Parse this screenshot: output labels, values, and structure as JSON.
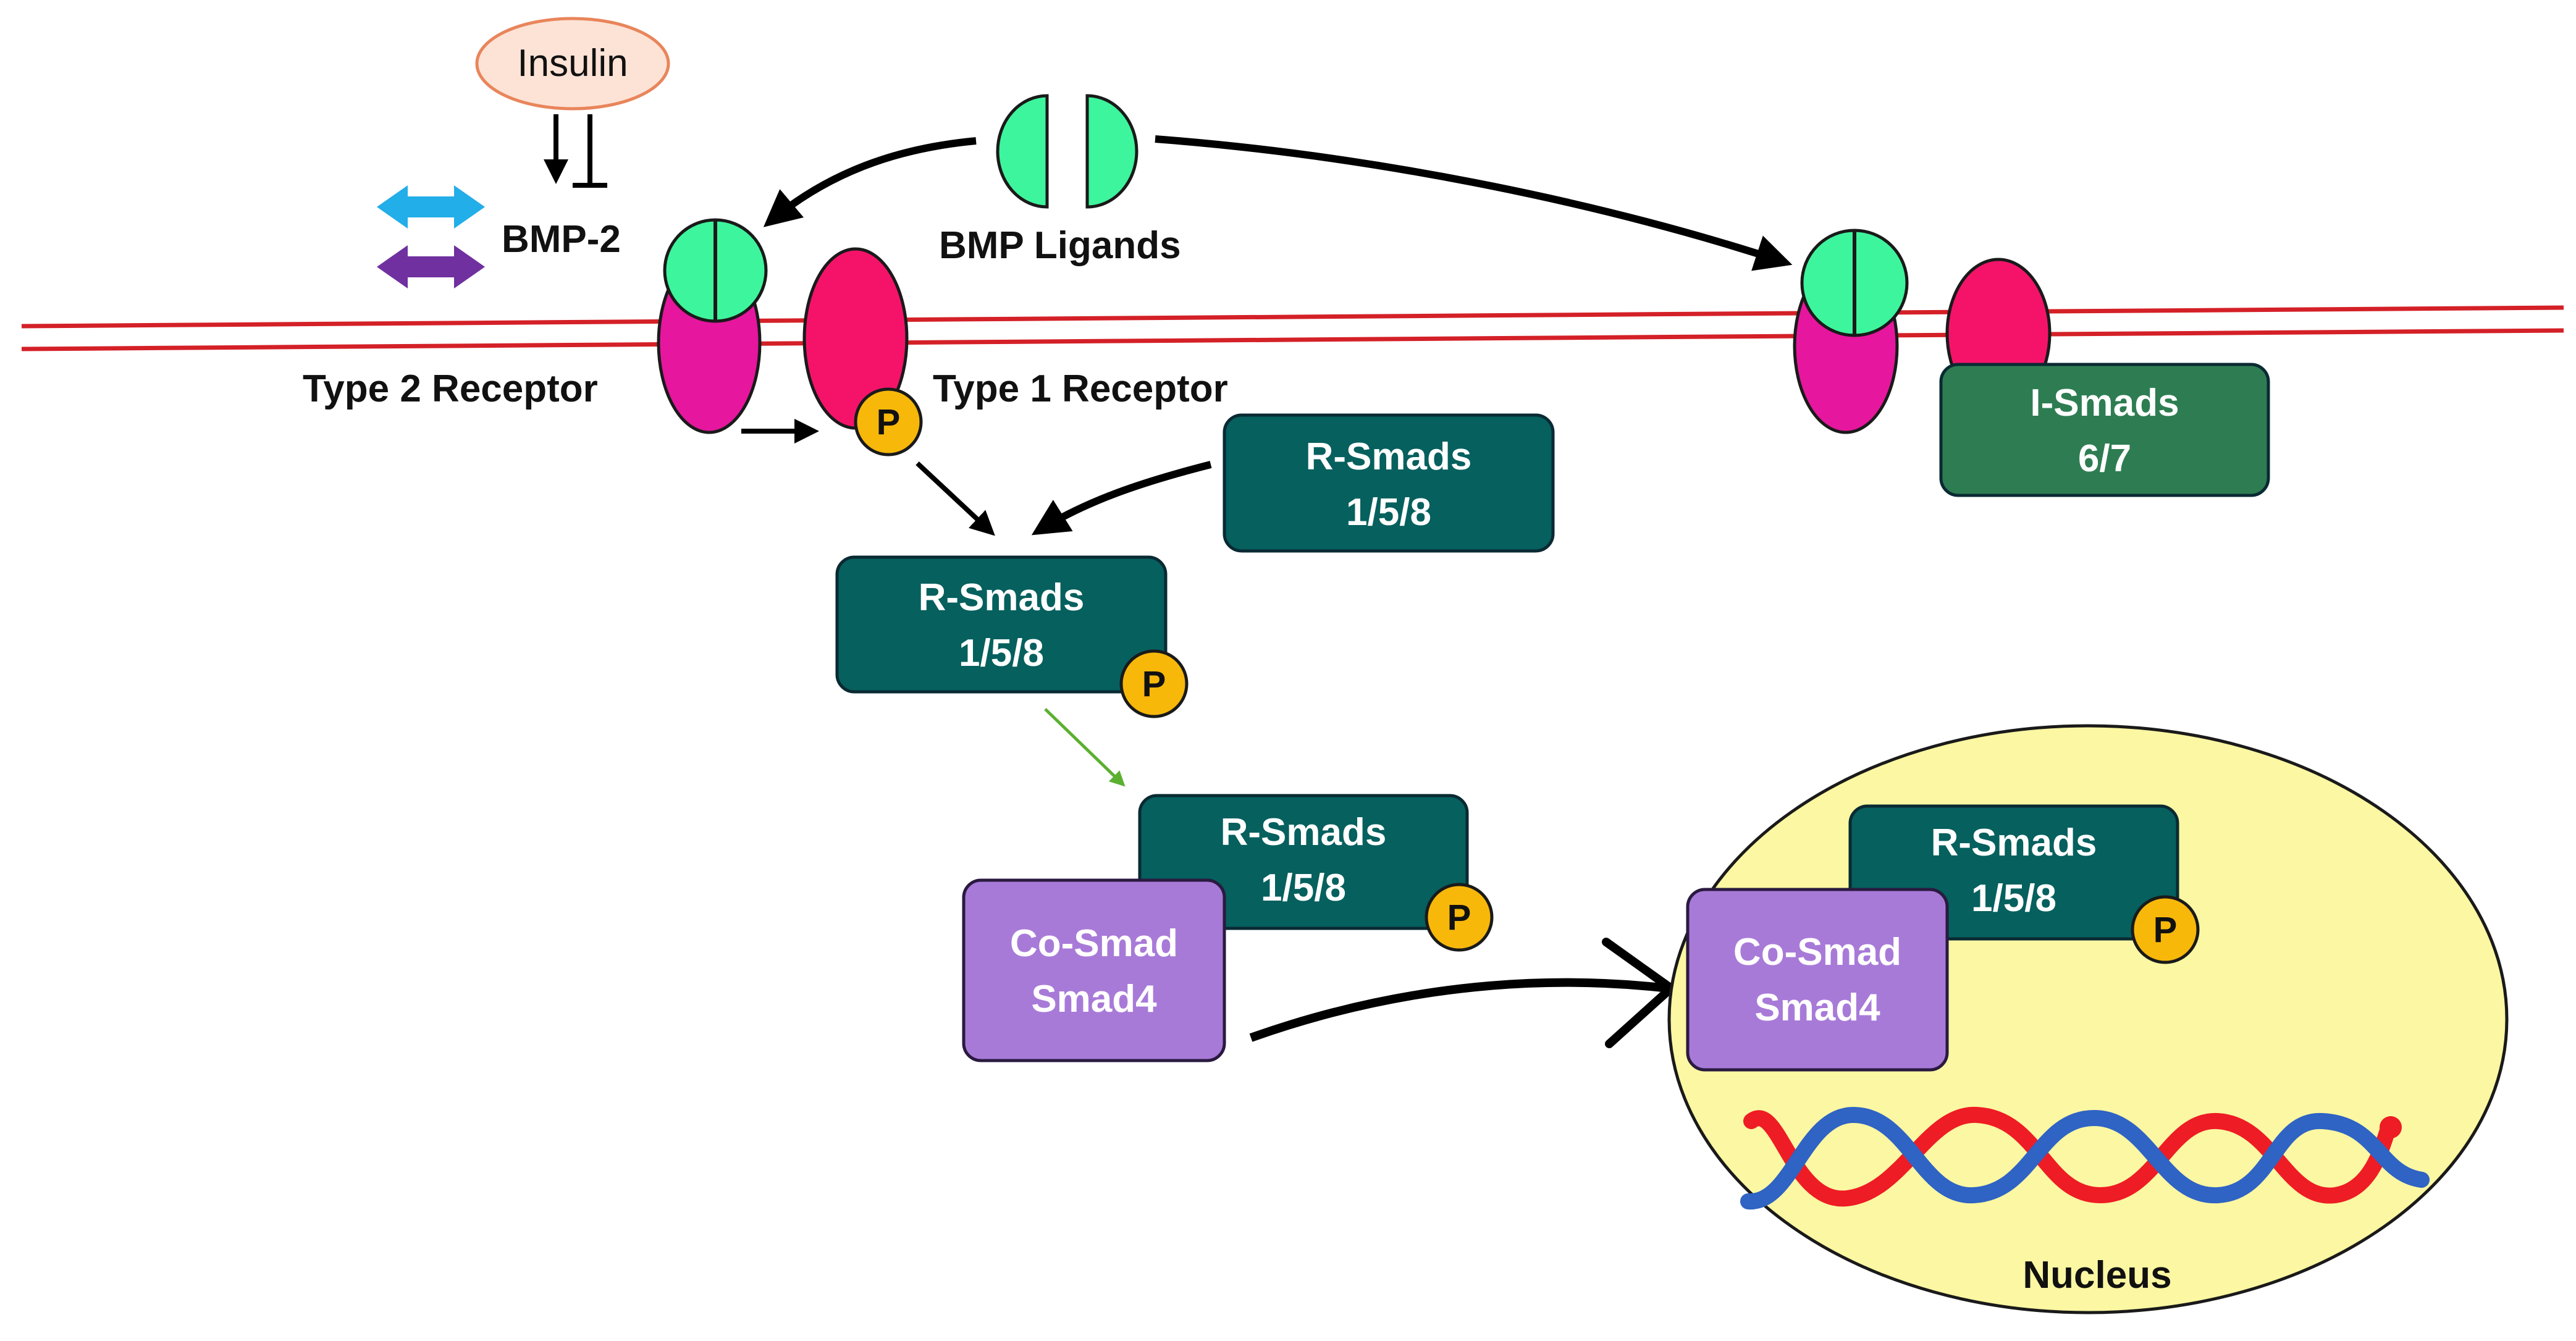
{
  "labels": {
    "insulin": "Insulin",
    "bmp2": "BMP-2",
    "bmp_ligands": "BMP Ligands",
    "type2_receptor": "Type 2 Receptor",
    "type1_receptor": "Type 1 Receptor",
    "nucleus": "Nucleus"
  },
  "boxes": {
    "rsmads_top": {
      "line1": "R-Smads",
      "line2": "1/5/8"
    },
    "rsmads_mid": {
      "line1": "R-Smads",
      "line2": "1/5/8"
    },
    "rsmads_complex": {
      "line1": "R-Smads",
      "line2": "1/5/8"
    },
    "cosmad_complex": {
      "line1": "Co-Smad",
      "line2": "Smad4"
    },
    "rsmads_nucleus": {
      "line1": "R-Smads",
      "line2": "1/5/8"
    },
    "cosmad_nucleus": {
      "line1": "Co-Smad",
      "line2": "Smad4"
    },
    "ismads": {
      "line1": "I-Smads",
      "line2": "6/7"
    }
  },
  "phospho_label": "P",
  "colors": {
    "membrane": "#d42027",
    "ligand": "#3df59c",
    "type2_receptor": "#e6169e",
    "type1_receptor": "#f5136a",
    "rsmad_box": "#05605e",
    "cosmad_box": "#a87ad8",
    "ismad_box": "#2e7d52",
    "phosphate": "#f7b80a",
    "nucleus": "#fbf7a2",
    "insulin_fill": "#fde3d6",
    "insulin_stroke": "#e9855b",
    "arrow_blue": "#22aee8",
    "arrow_purple": "#7030a0",
    "arrow_green": "#5bb030",
    "dna_red": "#ee1c24",
    "dna_blue": "#2f63c4"
  }
}
